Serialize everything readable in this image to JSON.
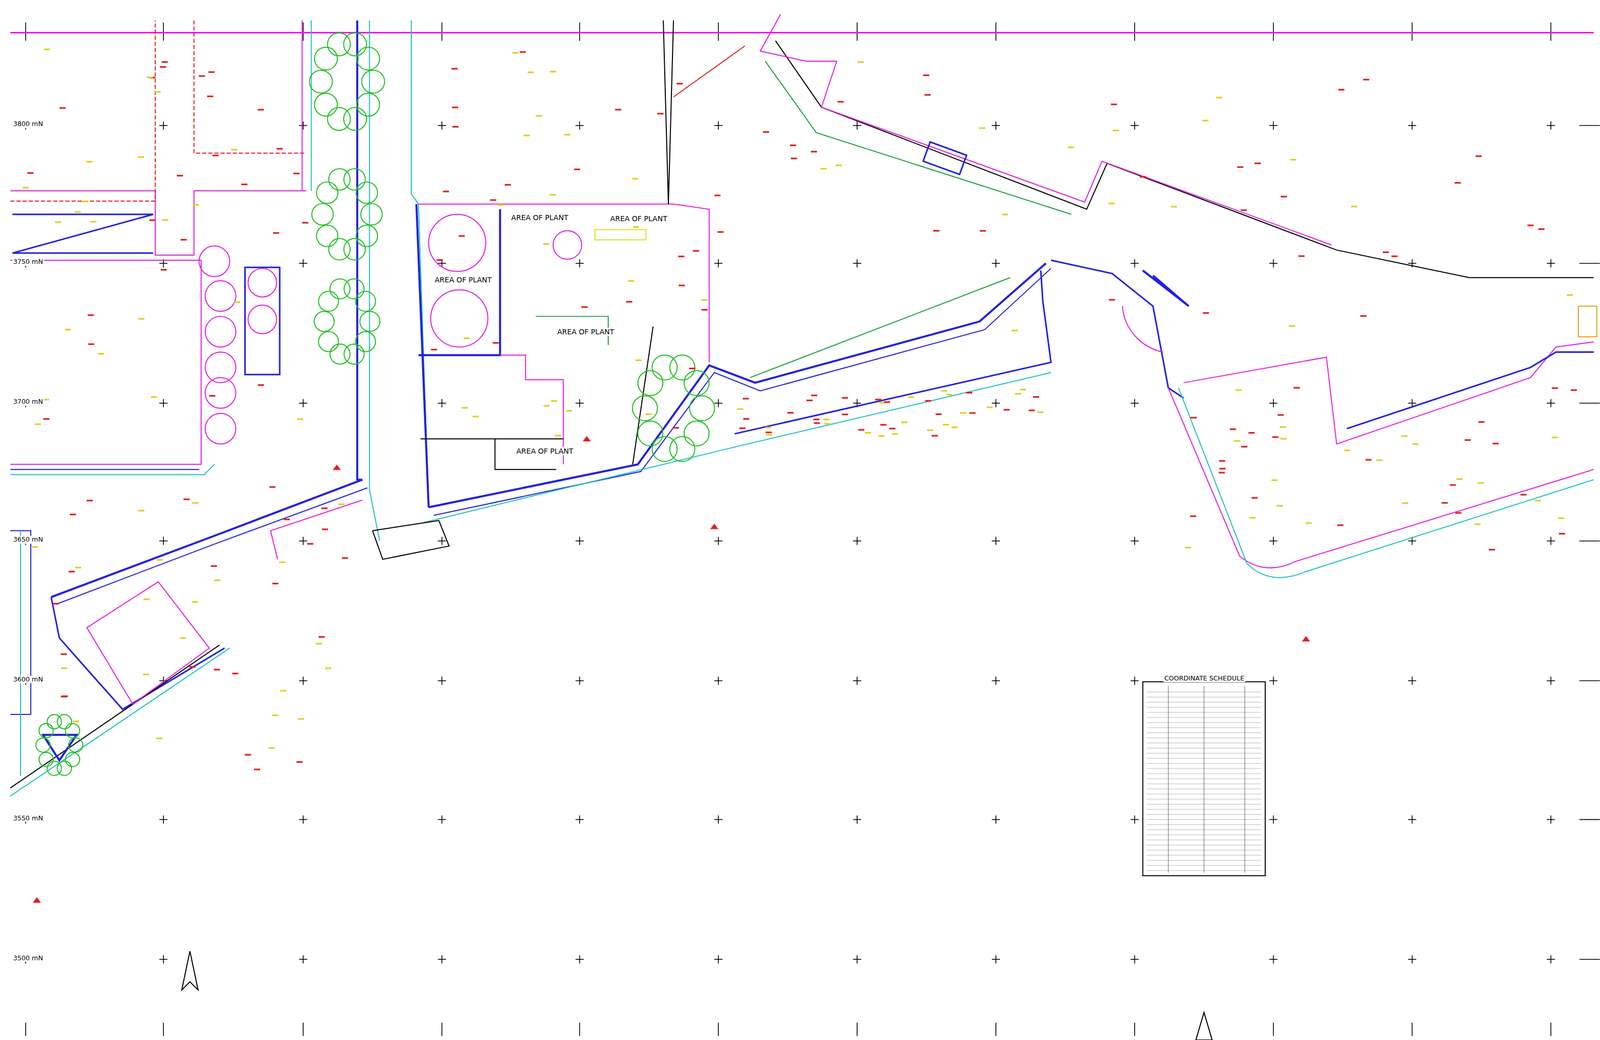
{
  "diagram": {
    "labels": [
      "3800 mN",
      "3750 mN",
      "3700 mN",
      "3650 mN",
      "3600 mN",
      "3550 mN",
      "3500 mN",
      "AREA OF PLANT",
      "AREA OF PLANT",
      "AREA OF PLANT",
      "AREA OF PLANT",
      "AREA OF PLANT",
      "COORDINATE SCHEDULE"
    ]
  }
}
